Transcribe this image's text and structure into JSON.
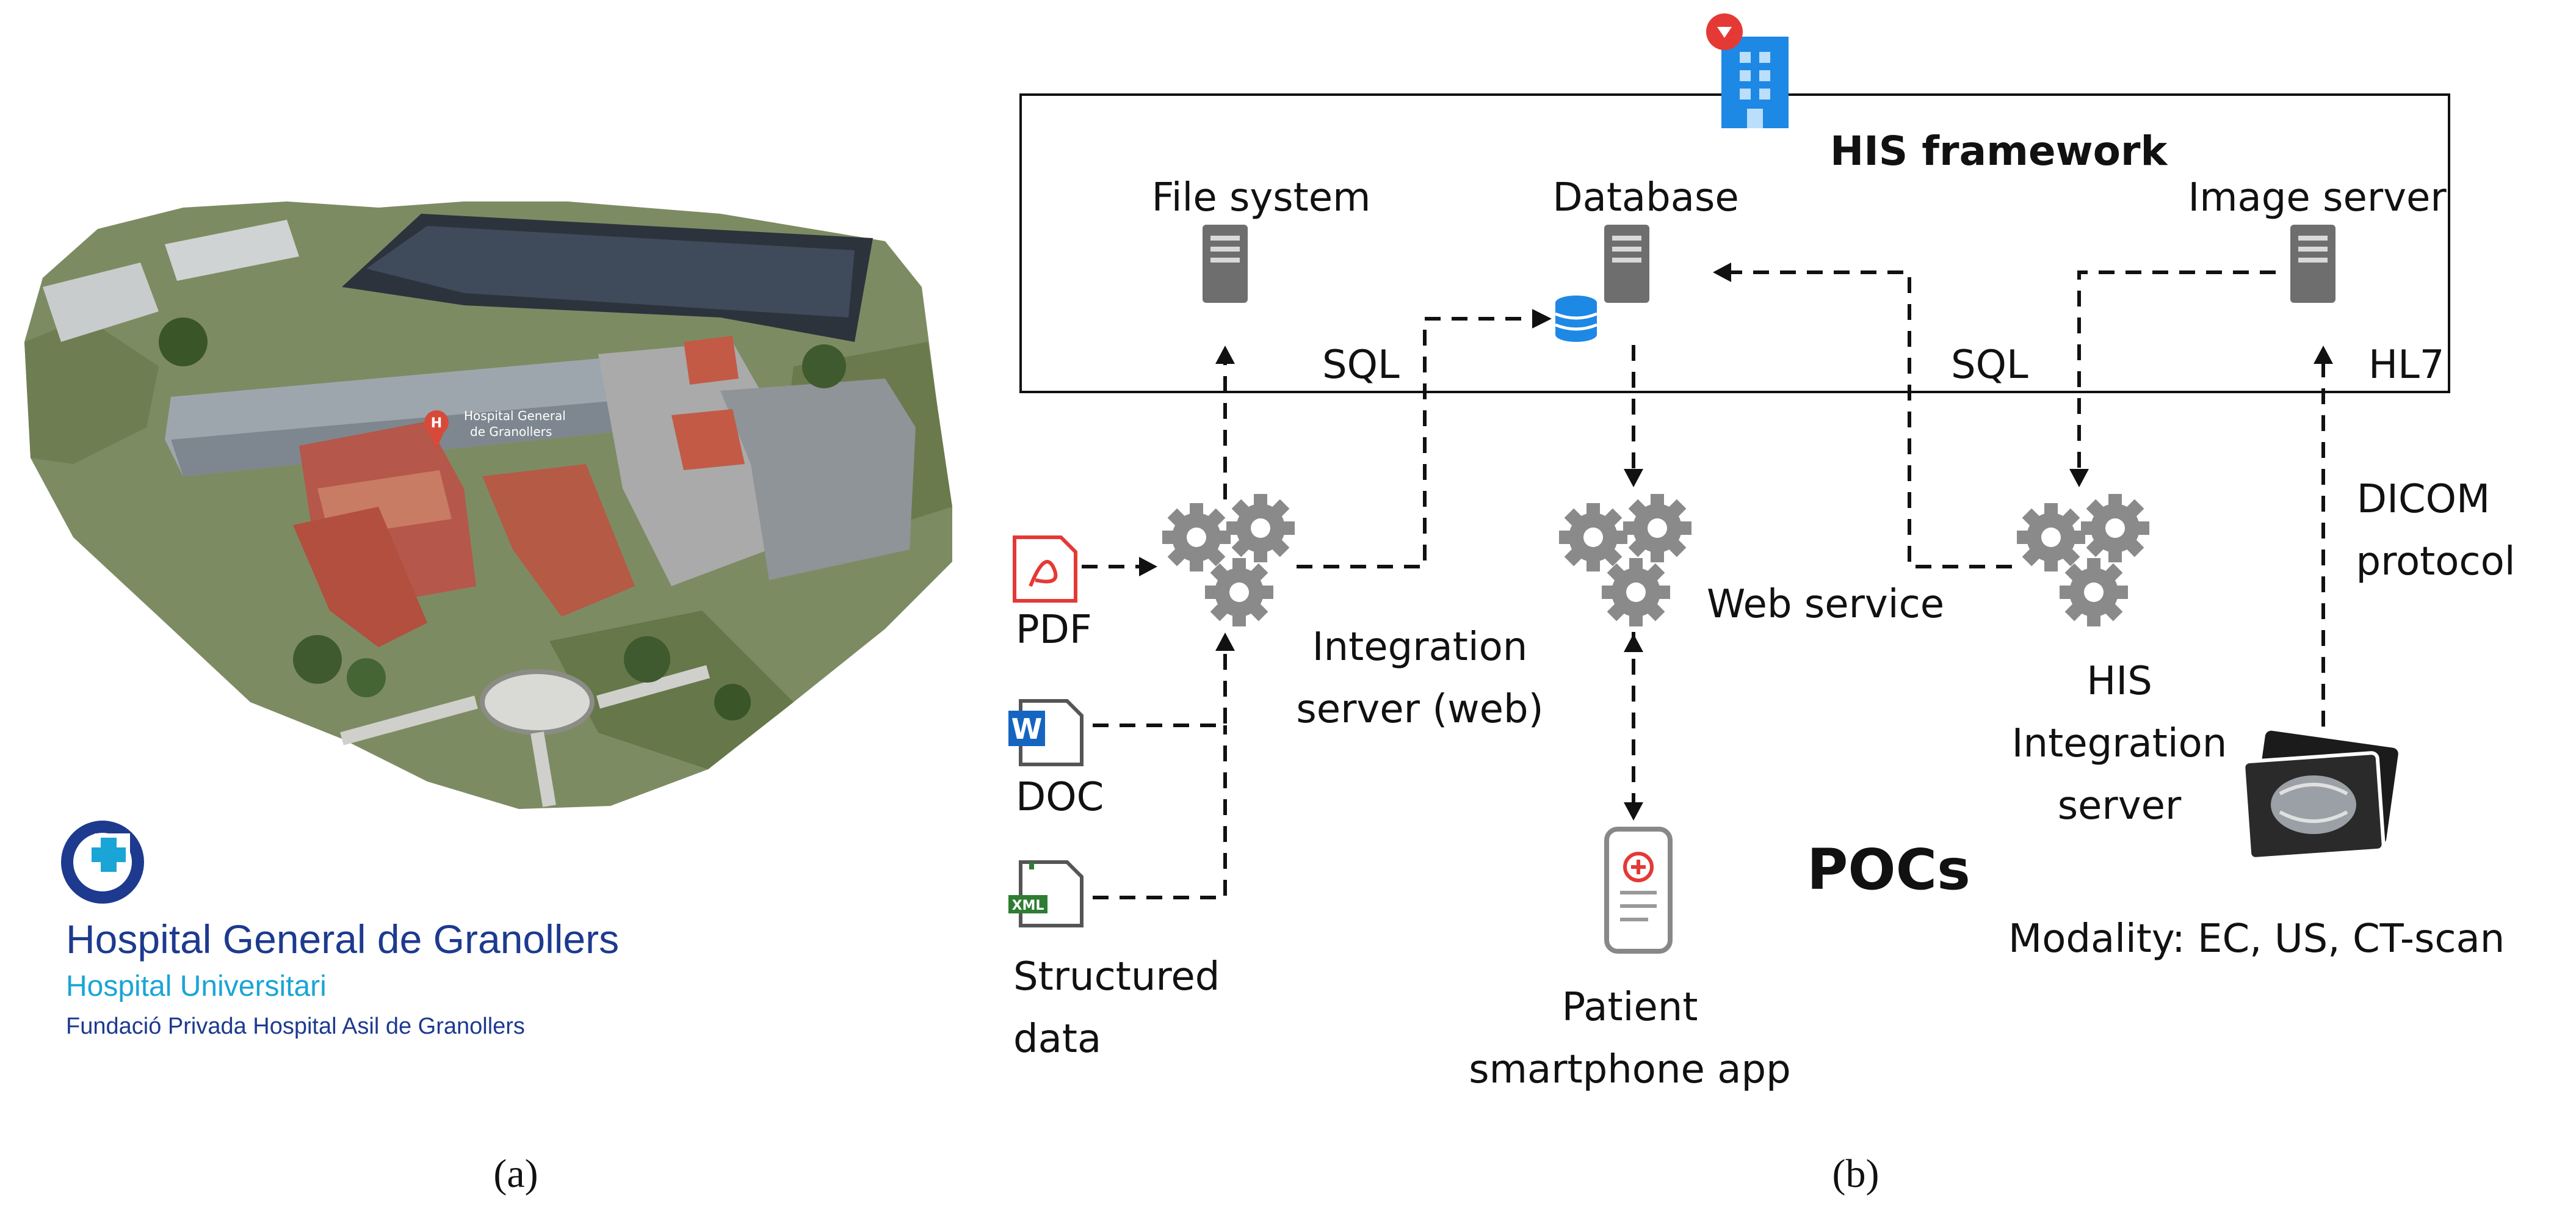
{
  "panel_a": {
    "map_label_line1": "Hospital General",
    "map_label_line2": "de Granollers",
    "logo": {
      "title": "Hospital General de Granollers",
      "subtitle": "Hospital Universitari",
      "foundation": "Fundació Privada Hospital Asil de Granollers"
    },
    "caption": "(a)"
  },
  "panel_b": {
    "framework_title": "HIS framework",
    "servers": {
      "file_system": "File system",
      "database": "Database",
      "image_server": "Image server"
    },
    "connection_labels": {
      "sql_left": "SQL",
      "sql_right": "SQL",
      "hl7": "HL7",
      "dicom_line1": "DICOM",
      "dicom_line2": "protocol",
      "web_service": "Web service"
    },
    "inputs": {
      "pdf": "PDF",
      "doc": "DOC",
      "structured_line1": "Structured",
      "structured_line2": "data",
      "xml_tag": "XML",
      "doc_tag": "W"
    },
    "servers_lower": {
      "integration_web_line1": "Integration",
      "integration_web_line2": "server (web)",
      "his_integration_line1": "HIS",
      "his_integration_line2": "Integration",
      "his_integration_line3": "server"
    },
    "pocs": "POCs",
    "patient_app_line1": "Patient",
    "patient_app_line2": "smartphone app",
    "modality": "Modality: EC, US, CT-scan",
    "caption": "(b)"
  },
  "colors": {
    "logo_dark_blue": "#1d3a8f",
    "logo_light_blue": "#1aa5d6",
    "building_blue": "#1e88e5",
    "server_gray": "#6e6e6e",
    "pdf_red": "#e53935",
    "doc_blue": "#1565c0",
    "xml_green": "#2e7d32"
  }
}
